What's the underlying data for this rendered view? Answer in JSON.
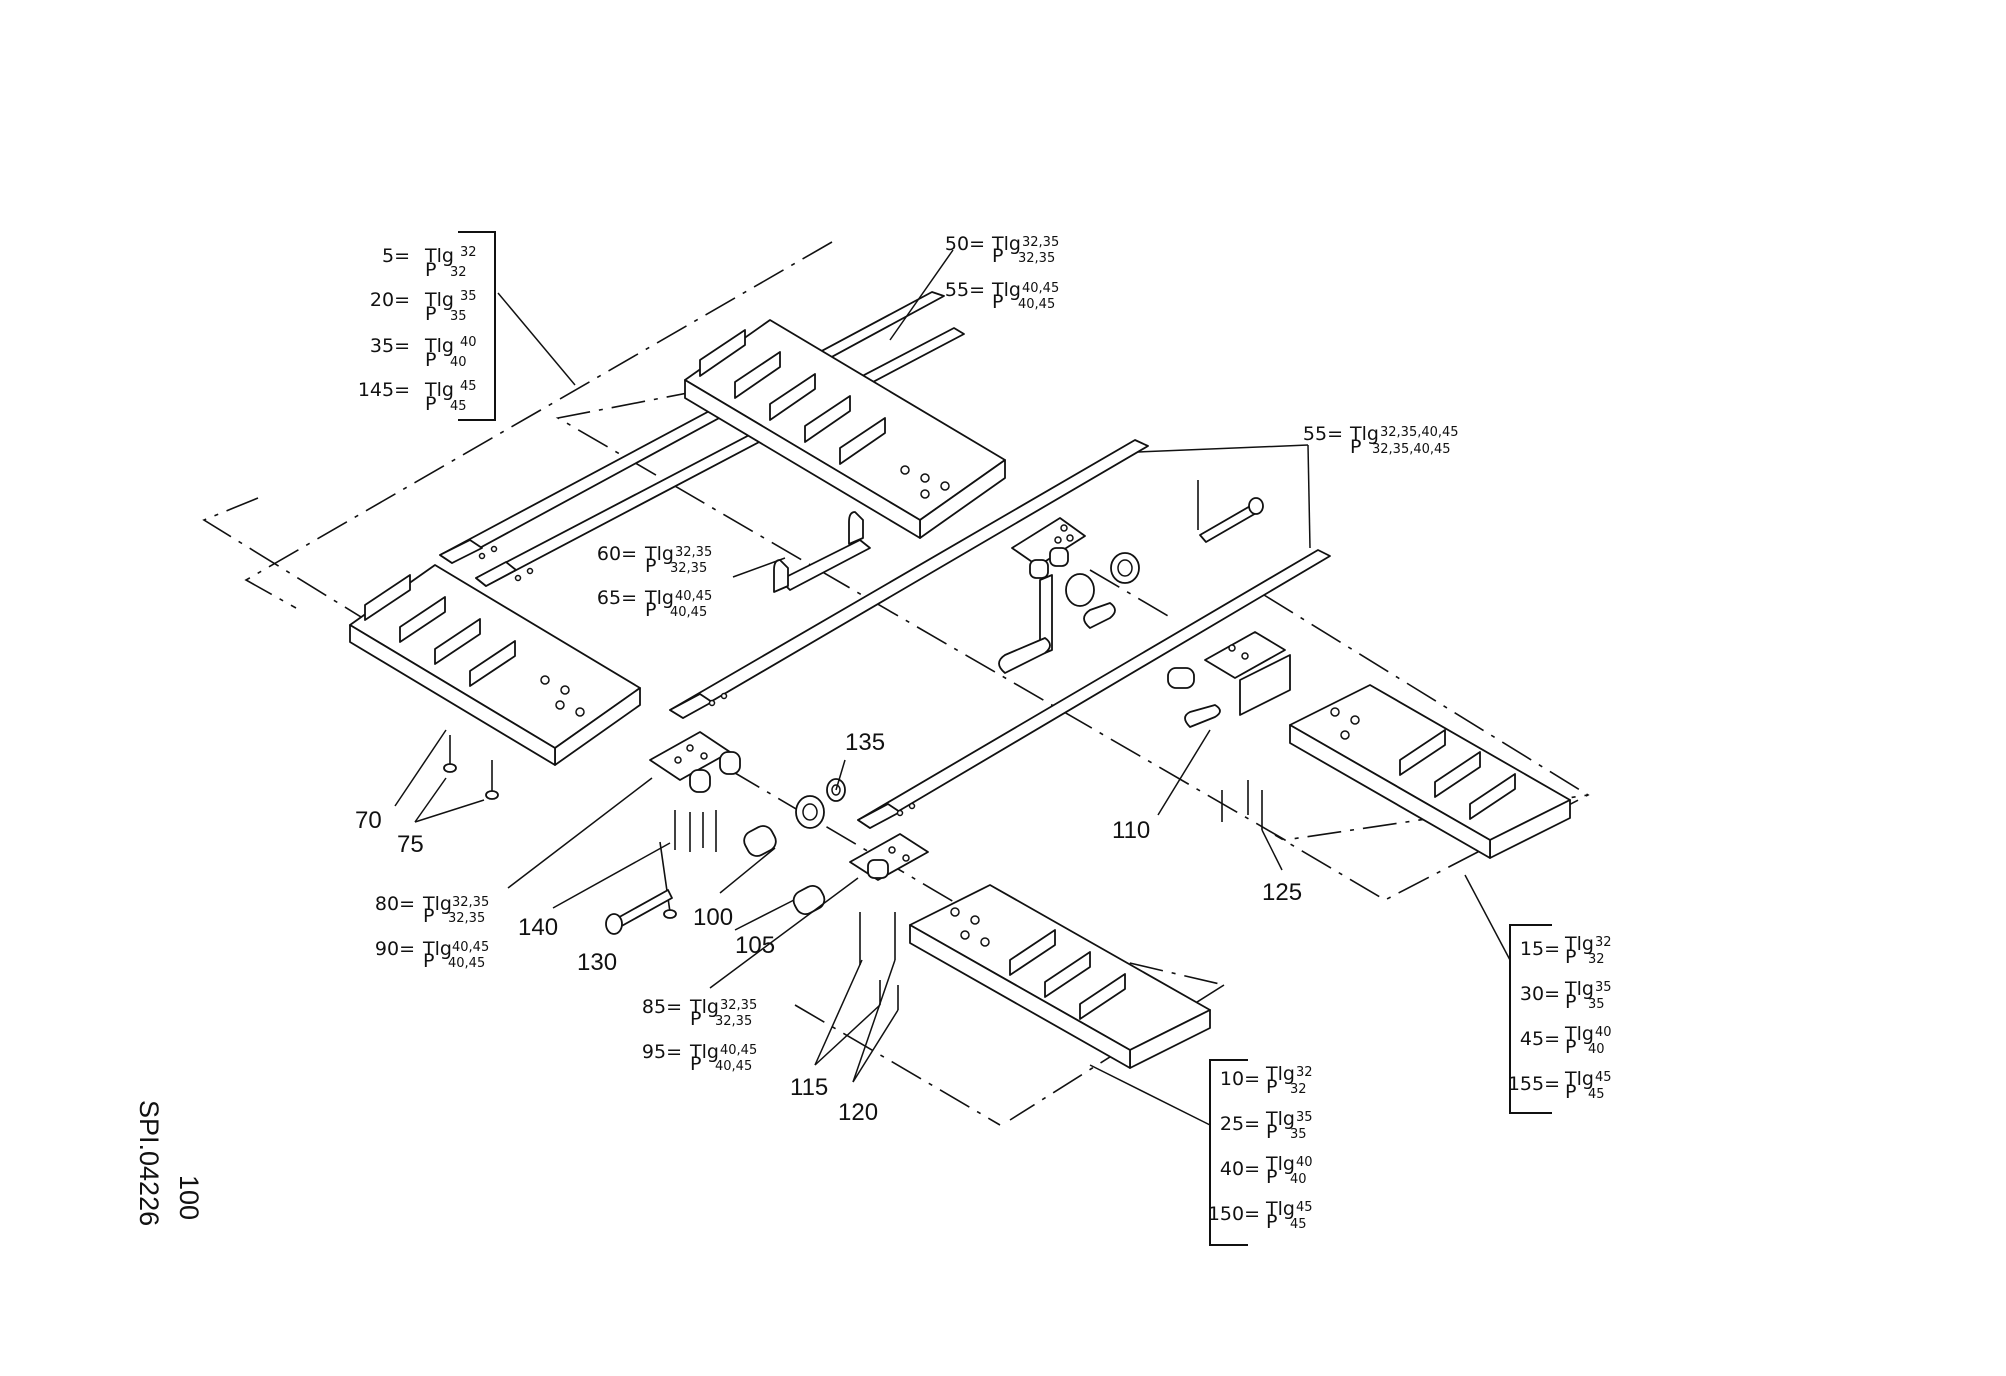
{
  "document": {
    "number": "SPI.04226",
    "page": "100"
  },
  "callouts": {
    "c70": "70",
    "c75": "75",
    "c100": "100",
    "c105": "105",
    "c110": "110",
    "c115": "115",
    "c120": "120",
    "c125": "125",
    "c130": "130",
    "c135": "135",
    "c140": "140"
  },
  "tables": {
    "top_left": [
      {
        "id": "5=",
        "t": "Tlg",
        "a": "32",
        "p": "P",
        "b": "32"
      },
      {
        "id": "20=",
        "t": "Tlg",
        "a": "35",
        "p": "P",
        "b": "35"
      },
      {
        "id": "35=",
        "t": "Tlg",
        "a": "40",
        "p": "P",
        "b": "40"
      },
      {
        "id": "145=",
        "t": "Tlg",
        "a": "45",
        "p": "P",
        "b": "45"
      }
    ],
    "top_center": [
      {
        "id": "50=",
        "t": "Tlg",
        "a": "32,35",
        "p": "P",
        "b": "32,35"
      },
      {
        "id": "55=",
        "t": "Tlg",
        "a": "40,45",
        "p": "P",
        "b": "40,45"
      }
    ],
    "top_right": [
      {
        "id": "55=",
        "t": "Tlg",
        "a": "32,35,40,45",
        "p": "P",
        "b": "32,35,40,45"
      }
    ],
    "mid_center": [
      {
        "id": "60=",
        "t": "Tlg",
        "a": "32,35",
        "p": "P",
        "b": "32,35"
      },
      {
        "id": "65=",
        "t": "Tlg",
        "a": "40,45",
        "p": "P",
        "b": "40,45"
      }
    ],
    "lower_left": [
      {
        "id": "80=",
        "t": "Tlg",
        "a": "32,35",
        "p": "P",
        "b": "32,35"
      },
      {
        "id": "90=",
        "t": "Tlg",
        "a": "40,45",
        "p": "P",
        "b": "40,45"
      }
    ],
    "lower_center": [
      {
        "id": "85=",
        "t": "Tlg",
        "a": "32,35",
        "p": "P",
        "b": "32,35"
      },
      {
        "id": "95=",
        "t": "Tlg",
        "a": "40,45",
        "p": "P",
        "b": "40,45"
      }
    ],
    "bottom_center": [
      {
        "id": "10=",
        "t": "Tlg",
        "a": "32",
        "p": "P",
        "b": "32"
      },
      {
        "id": "25=",
        "t": "Tlg",
        "a": "35",
        "p": "P",
        "b": "35"
      },
      {
        "id": "40=",
        "t": "Tlg",
        "a": "40",
        "p": "P",
        "b": "40"
      },
      {
        "id": "150=",
        "t": "Tlg",
        "a": "45",
        "p": "P",
        "b": "45"
      }
    ],
    "bottom_right": [
      {
        "id": "15=",
        "t": "Tlg",
        "a": "32",
        "p": "P",
        "b": "32"
      },
      {
        "id": "30=",
        "t": "Tlg",
        "a": "35",
        "p": "P",
        "b": "35"
      },
      {
        "id": "45=",
        "t": "Tlg",
        "a": "40",
        "p": "P",
        "b": "40"
      },
      {
        "id": "155=",
        "t": "Tlg",
        "a": "45",
        "p": "P",
        "b": "45"
      }
    ]
  }
}
